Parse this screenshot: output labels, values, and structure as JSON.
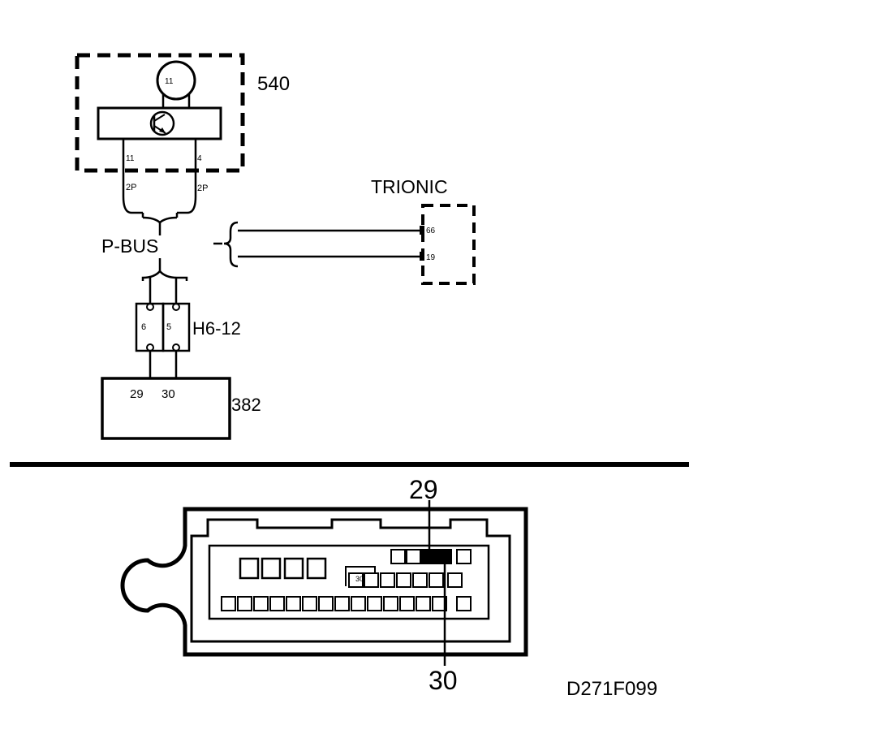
{
  "diagram": {
    "component_540": {
      "label": "540",
      "lamp_pin": "11",
      "pin_left": "11",
      "pin_right": "4",
      "connector_left": "2P",
      "connector_right": "2P"
    },
    "pbus_label": "P-BUS",
    "trionic": {
      "label": "TRIONIC",
      "pin_top": "66",
      "pin_bottom": "19"
    },
    "h6": {
      "label": "H6-12",
      "pin_left": "6",
      "pin_right": "5"
    },
    "component_382": {
      "label": "382",
      "pin_left": "29",
      "pin_right": "30"
    },
    "connector_view": {
      "callout_top": "29",
      "callout_bottom": "30",
      "small_label": "30"
    },
    "figure_code": "D271F099"
  }
}
